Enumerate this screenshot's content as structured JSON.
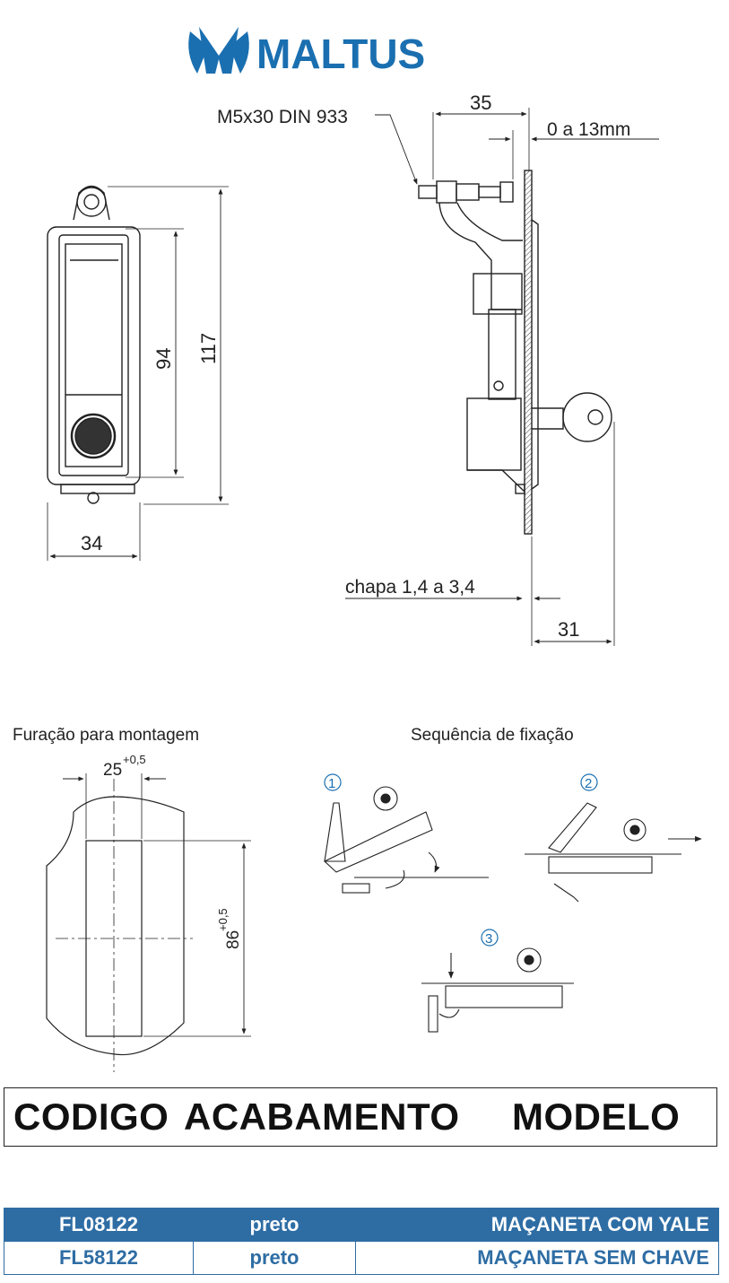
{
  "brand": {
    "name": "MALTUS",
    "colors": {
      "blue": "#1a6fb0",
      "dark_blue": "#2e6da4"
    }
  },
  "drawing": {
    "front_view": {
      "width_label": "34",
      "inner_height_label": "94",
      "total_height_label": "117"
    },
    "side_view": {
      "screw_label": "M5x30 DIN 933",
      "depth_label": "35",
      "range_label": "0 a 13mm",
      "sheet_label": "chapa 1,4 a 3,4",
      "projection_label": "31"
    },
    "cutout": {
      "title": "Furação para montagem",
      "width_label": "25",
      "width_tol": "+0,5",
      "height_label": "86",
      "height_tol": "+0,5"
    },
    "sequence": {
      "title": "Sequência de fixação",
      "steps": [
        "1",
        "2",
        "3"
      ]
    }
  },
  "table_header": {
    "col1": "CODIGO",
    "col2": "ACABAMENTO",
    "col3": "MODELO"
  },
  "products": [
    {
      "code": "FL08122",
      "finish": "preto",
      "model": "MAÇANETA COM YALE"
    },
    {
      "code": "FL58122",
      "finish": "preto",
      "model": "MAÇANETA SEM CHAVE"
    }
  ]
}
